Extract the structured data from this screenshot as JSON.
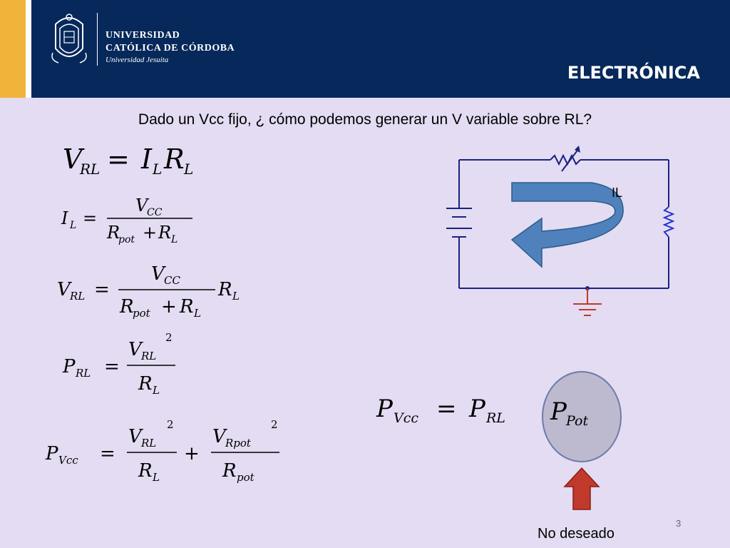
{
  "header": {
    "university_line1": "UNIVERSIDAD",
    "university_line2": "CATÓLICA DE CÓRDOBA",
    "university_line3": "Universidad Jesuita",
    "section": "ELECTRÓNICA"
  },
  "slide": {
    "question": "Dado un Vcc fijo, ¿ cómo podemos generar un V variable sobre RL?",
    "current_label": "IL",
    "annotation": "No deseado",
    "page_number": "3"
  },
  "equations": [
    "V_RL = I_L R_L",
    "I_L = V_CC / (R_pot + R_L)",
    "V_RL = V_CC / (R_pot + R_L) · R_L",
    "P_RL = V_RL^2 / R_L",
    "P_Vcc = V_RL^2 / R_L + V_Rpot^2 / R_pot",
    "P_Vcc = P_RL + P_Pot"
  ],
  "colors": {
    "header_bg": "#06285a",
    "gold": "#f0b43a",
    "slide_bg": "#e3dcf2",
    "circuit_wire": "#1a237e",
    "current_arrow": "#4f81bd",
    "warning_arrow": "#c0392b"
  },
  "icons": [
    "university-crest-icon",
    "battery-icon",
    "potentiometer-icon",
    "resistor-icon",
    "ground-icon",
    "current-arrow-icon",
    "up-arrow-icon"
  ]
}
